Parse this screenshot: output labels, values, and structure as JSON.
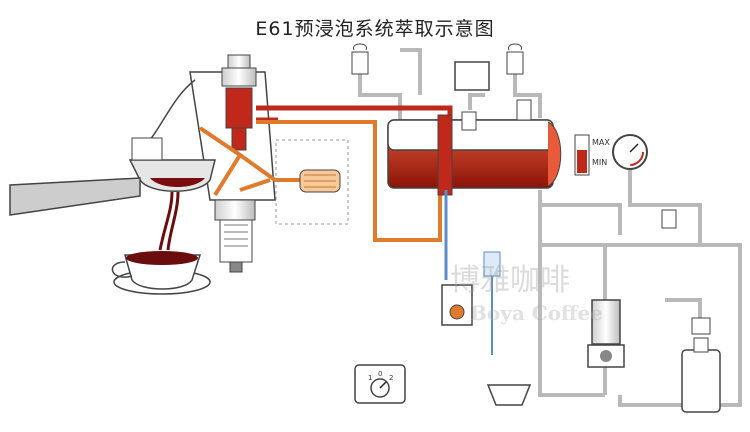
{
  "title": "E61预浸泡系统萃取示意图",
  "labels": {
    "gauge_max": "MAX",
    "gauge_min": "MIN",
    "switch_ticks": [
      "1",
      "0",
      "2"
    ]
  },
  "watermark": {
    "cn": "博雅咖啡",
    "en": "Boya Coffee"
  },
  "colors": {
    "hot_water": "#c1281c",
    "preinfusion": "#e07a2c",
    "cold_water": "#5b8ec7",
    "pipe_gray": "#b9b9b9",
    "outline": "#444444"
  }
}
